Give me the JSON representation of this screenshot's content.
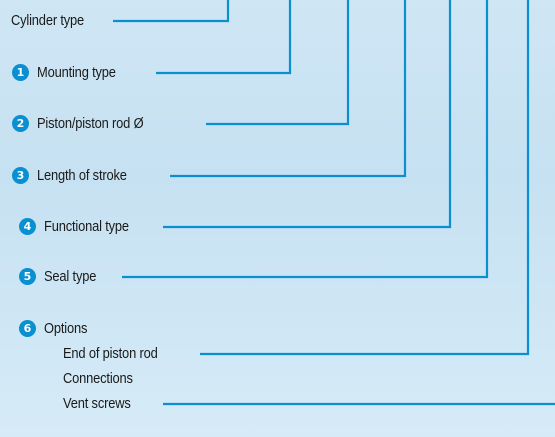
{
  "line_color": "#0a8fd0",
  "badge_color": "#0a8fd0",
  "background_color": "#cfe6f4",
  "labels": {
    "cylinder_type": "Cylinder type",
    "mounting_type": "Mounting type",
    "piston_rod": "Piston/piston rod Ø",
    "length_of_stroke": "Length of stroke",
    "functional_type": "Functional type",
    "seal_type": "Seal type",
    "options": "Options",
    "end_of_piston_rod": "End of piston rod",
    "connections": "Connections",
    "vent_screws": "Vent screws"
  },
  "numbers": [
    "1",
    "2",
    "3",
    "4",
    "5",
    "6"
  ]
}
